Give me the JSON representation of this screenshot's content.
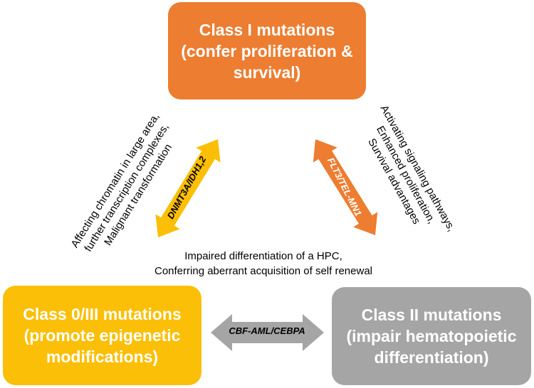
{
  "boxes": {
    "class1": {
      "line1": "Class I mutations",
      "line2": "(confer proliferation &",
      "line3": "survival)",
      "color": "#ed7d31"
    },
    "class0": {
      "line1": "Class 0/III mutations",
      "line2": "(promote epigenetic",
      "line3": "modifications)",
      "color": "#fbbf07"
    },
    "class2": {
      "line1": "Class II mutations",
      "line2": "(impair hematopoietic",
      "line3": "differentiation)",
      "color": "#a5a5a5"
    }
  },
  "arrows": {
    "left": {
      "label": "DNMT3A/IDH1,2",
      "color": "#fbbf07"
    },
    "right": {
      "label": "FLT3/TEL-MN1",
      "color": "#ed7d31"
    },
    "bottom": {
      "label": "CBF-AML/CEBPA",
      "color": "#a5a5a5"
    }
  },
  "left_text": {
    "line1": "Affecting chromatin in large area,",
    "line2": "further transcription complexes,",
    "line3": "Malignant transformation"
  },
  "right_text": {
    "line1": "Activating signaling pathways,",
    "line2": "Enhanced proliferation,",
    "line3": "Survival advantages"
  },
  "center_text": {
    "line1": "Impaired differentiation of a HPC,",
    "line2": "Conferring aberrant acquisition of self renewal"
  }
}
